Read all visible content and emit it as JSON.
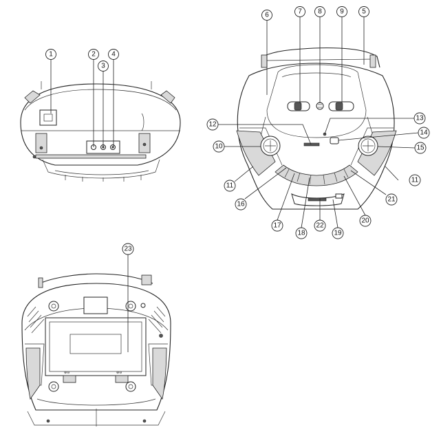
{
  "diagram": {
    "views": [
      {
        "name": "top-view",
        "callouts": [
          "1",
          "2",
          "3",
          "4"
        ]
      },
      {
        "name": "front-view",
        "callouts": [
          "5",
          "6",
          "7",
          "8",
          "9",
          "10",
          "11",
          "12",
          "13",
          "14",
          "15",
          "16",
          "17",
          "18",
          "19",
          "20",
          "21",
          "22"
        ]
      },
      {
        "name": "back-view",
        "callouts": [
          "23"
        ],
        "markings": [
          "⊕⊖",
          "⊕⊖"
        ]
      }
    ]
  }
}
